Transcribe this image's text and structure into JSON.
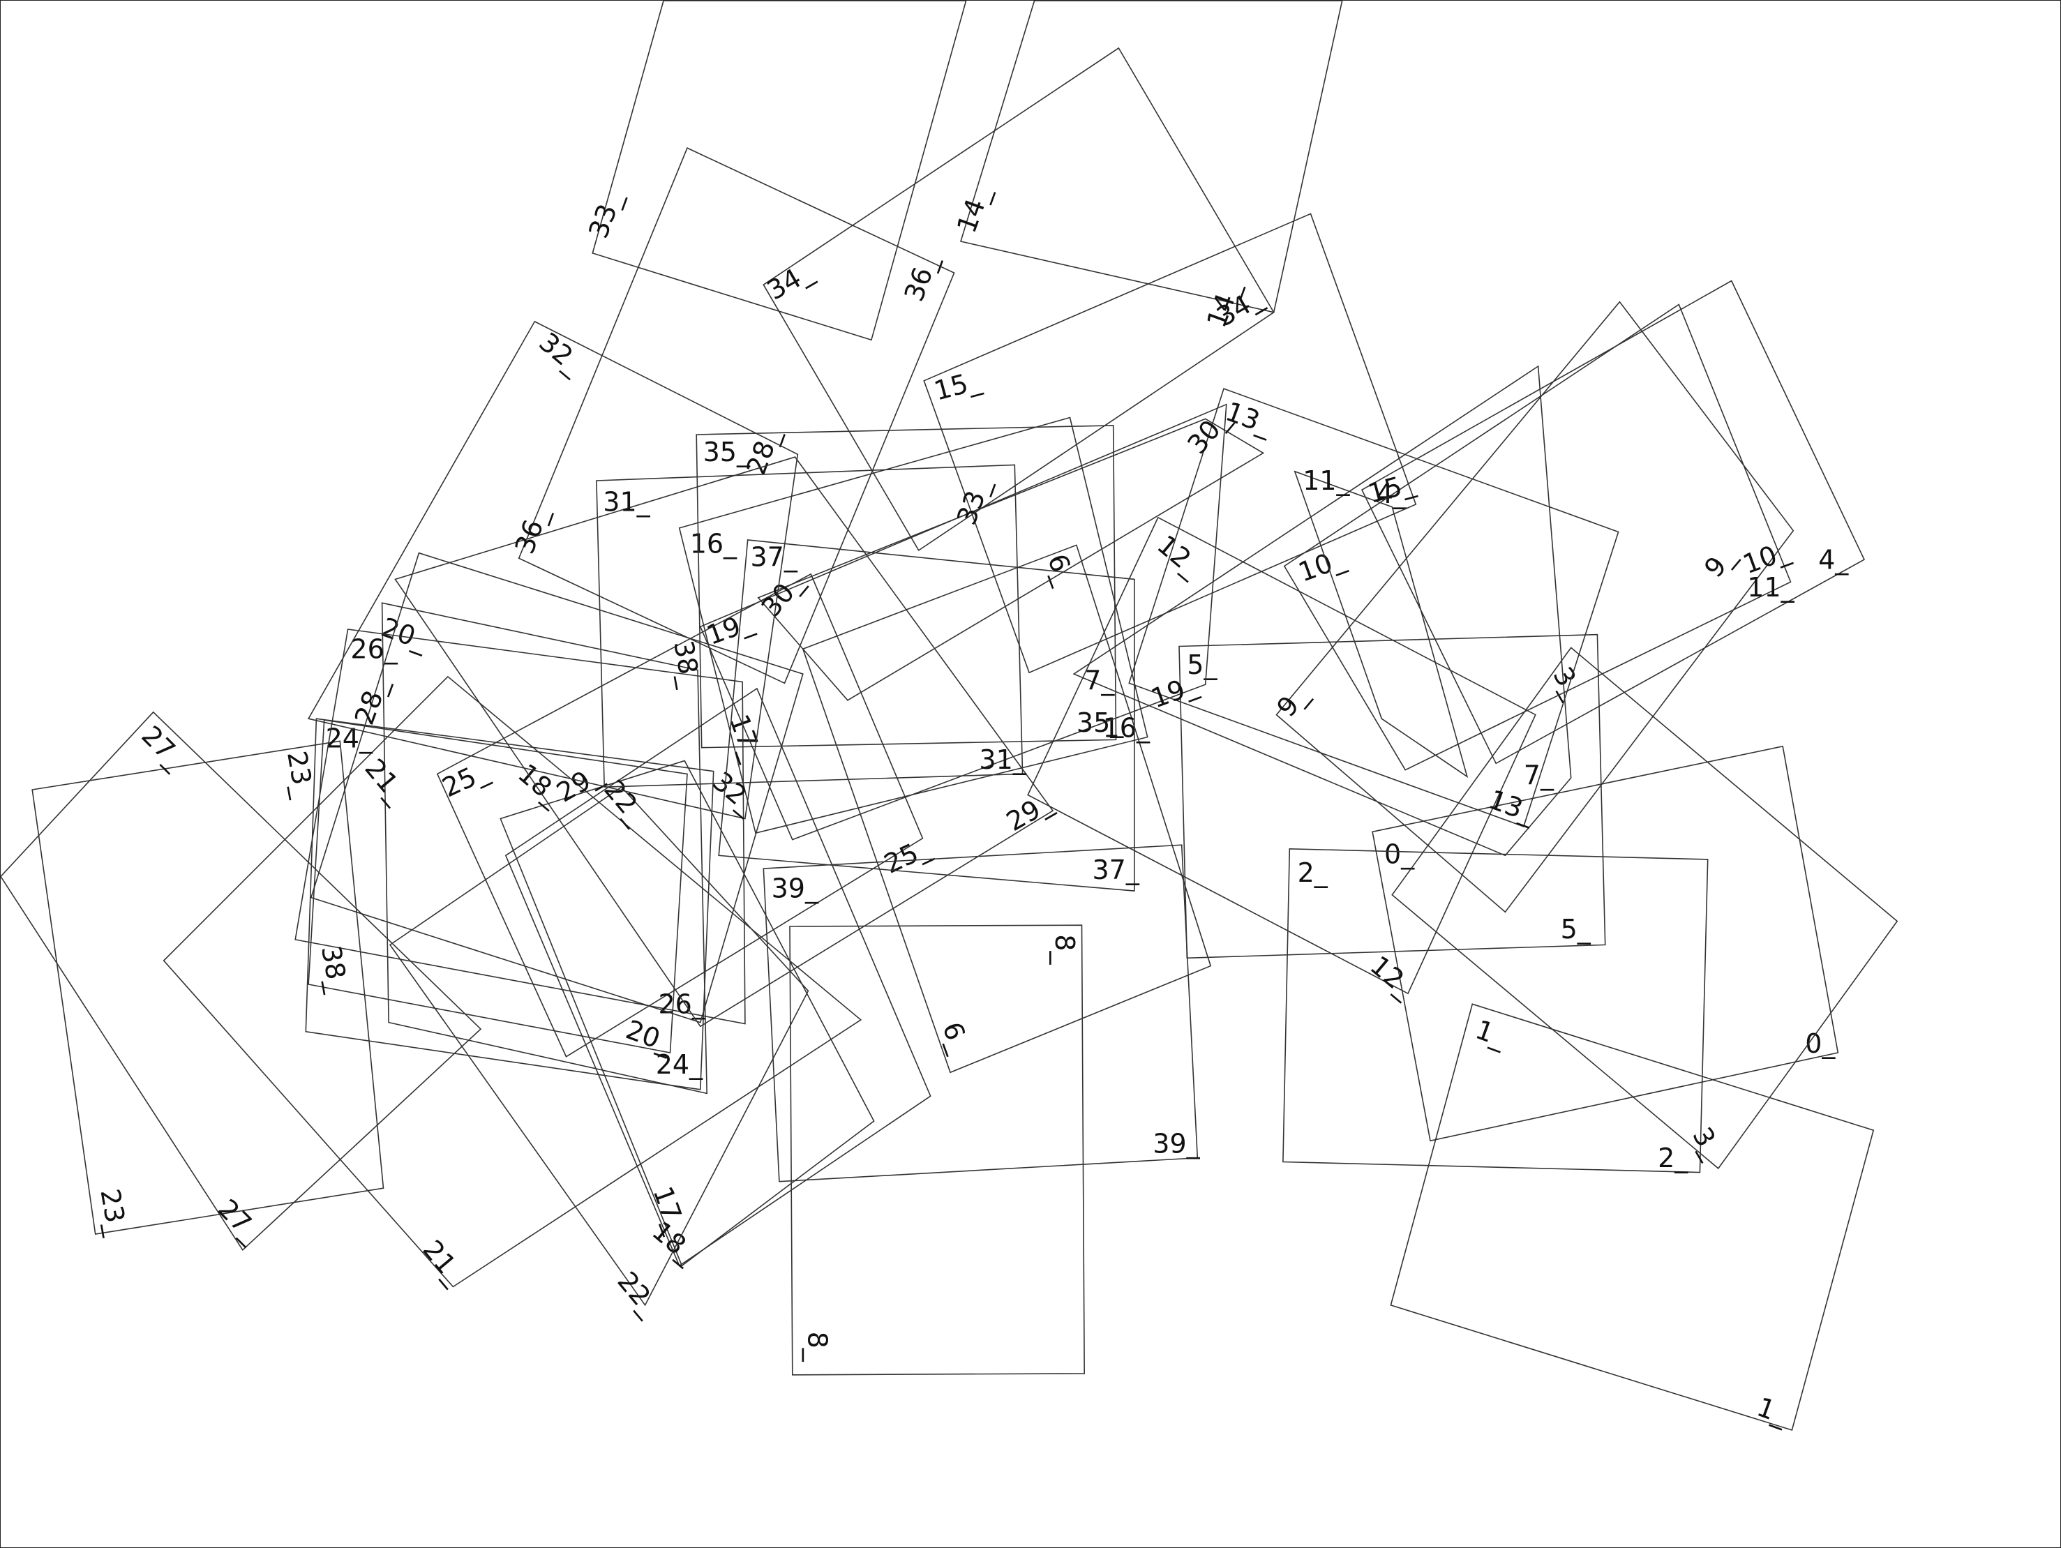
{
  "diagram": {
    "stroke_color": "#333333",
    "background": "#ffffff",
    "labels": [
      "0_",
      "1_",
      "2_",
      "3_",
      "4_",
      "5_",
      "6_",
      "7_",
      "8_",
      "9_",
      "10_",
      "11_",
      "12_",
      "13_",
      "14_",
      "15_",
      "16_",
      "17_",
      "18_",
      "19_",
      "20_",
      "21_",
      "22_",
      "23_",
      "24_",
      "25_",
      "26_",
      "27_",
      "28_",
      "29_",
      "30_",
      "31_",
      "32_",
      "33_",
      "34_",
      "35_",
      "36_",
      "37_",
      "38_",
      "39_"
    ]
  }
}
